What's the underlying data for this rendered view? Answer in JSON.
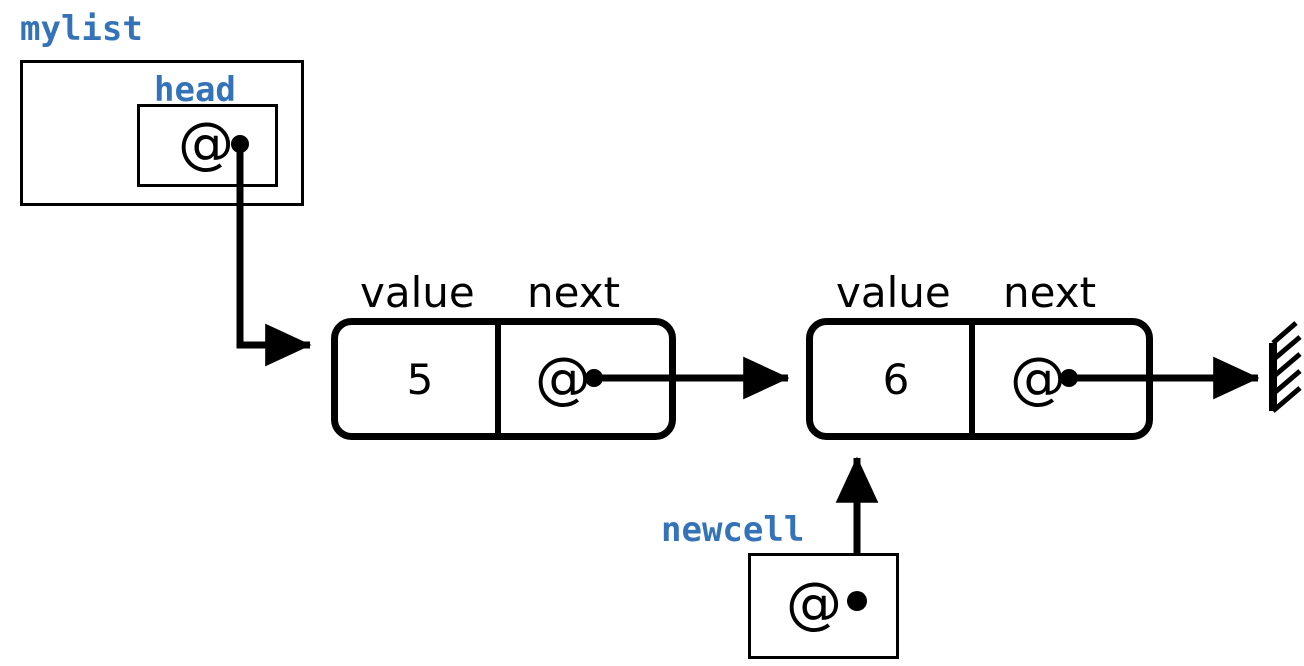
{
  "diagram": {
    "title_semantic": "singly-linked-list-insertion-diagram",
    "colors": {
      "variable_label": "#3573B9",
      "stroke": "#000000",
      "background": "#ffffff"
    },
    "variables": {
      "list_label": "mylist",
      "head_label": "head",
      "newcell_label": "newcell"
    },
    "pointer_glyph": "@",
    "fields": {
      "value_label": "value",
      "next_label": "next"
    },
    "cells": [
      {
        "value": "5",
        "next_glyph": "@",
        "value_header": "value",
        "next_header": "next"
      },
      {
        "value": "6",
        "next_glyph": "@",
        "value_header": "value",
        "next_header": "next"
      }
    ],
    "newcell_box": {
      "glyph": "@"
    },
    "terminator": {
      "kind": "ground-null-symbol",
      "hatch_count": 5
    }
  }
}
